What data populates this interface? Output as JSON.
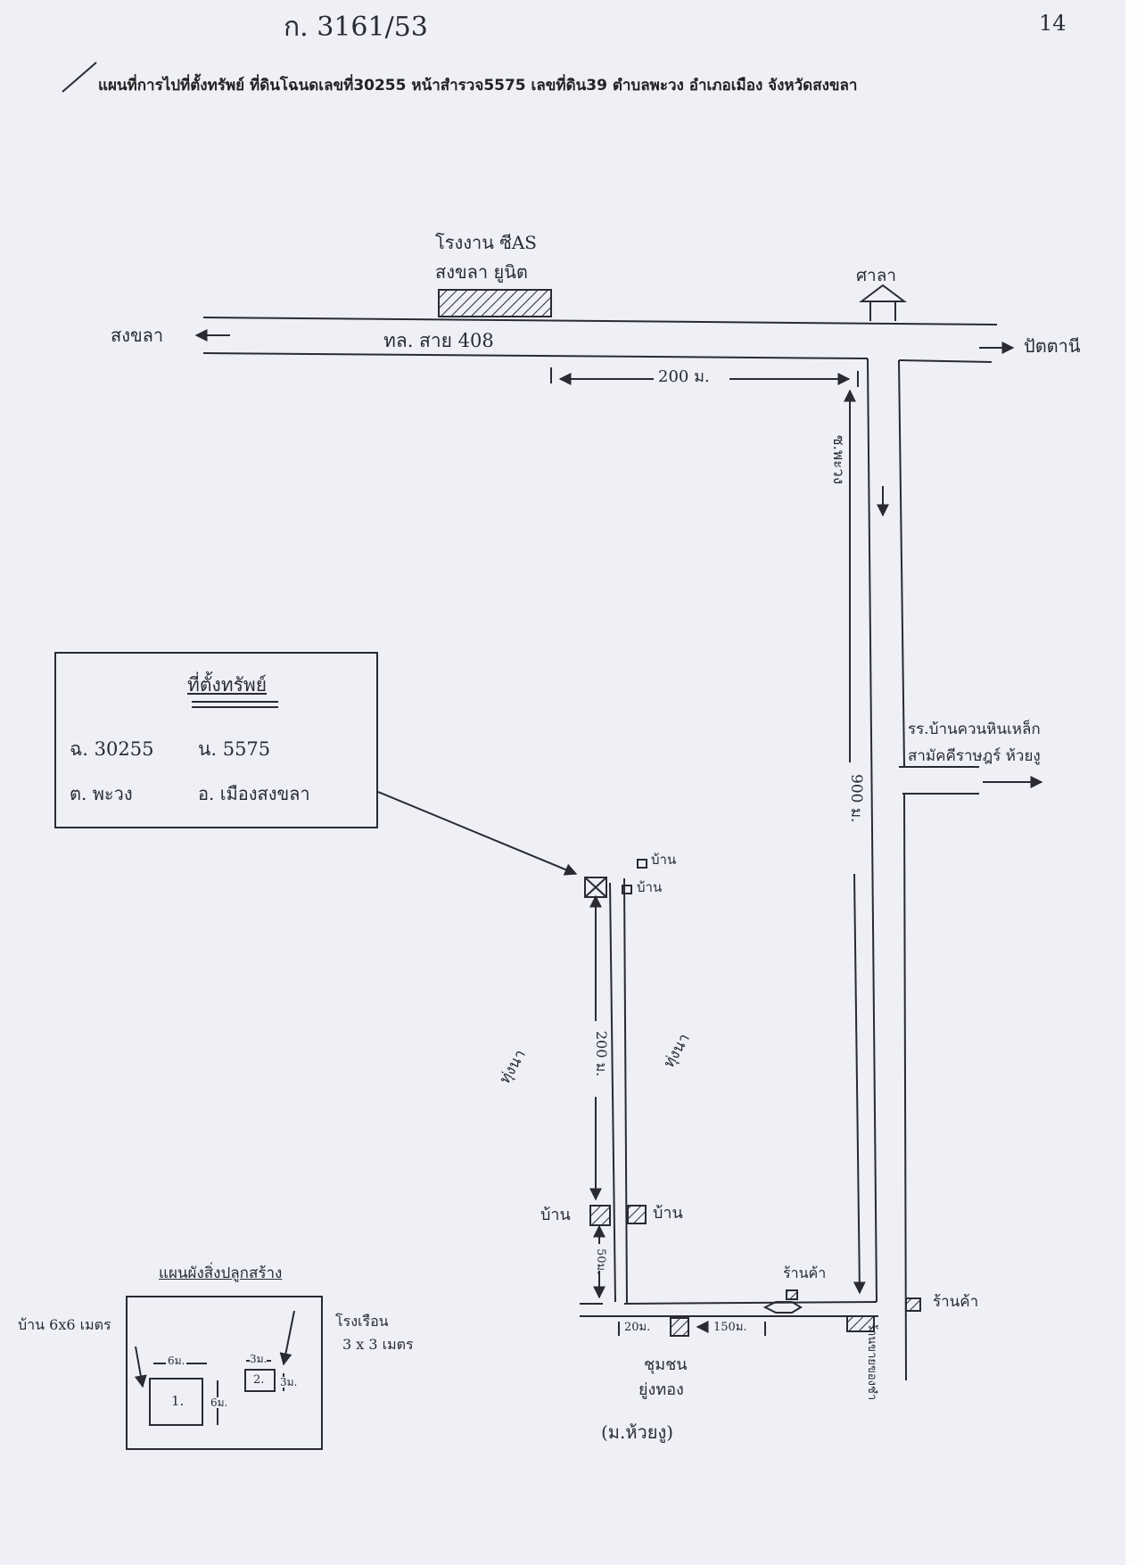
{
  "document": {
    "file_number": "ก. 3161/53",
    "page_number": "14",
    "title": "แผนที่การไปที่ตั้งทรัพย์ ที่ดินโฉนดเลขที่30255 หน้าสำรวจ5575 เลขที่ดิน39 ตำบลพะวง อำเภอเมือง จังหวัดสงขลา"
  },
  "map": {
    "main_road": "ทล. สาย 408",
    "to_left": "สงขลา",
    "to_right": "ปัตตานี",
    "factory_line1": "โรงงาน ซีAS",
    "factory_line2": "สงขลา ยูนิต",
    "pavilion": "ศาลา",
    "dist_200_top": "200 ม.",
    "dist_900": "900 ม.",
    "lane_label": "ซ.พะวง",
    "dist_200_lane": "200 ม.",
    "dist_50": "50ม.",
    "dist_20": "20ม.",
    "dist_150": "150ม.",
    "school_line1": "รร.บ้านควนหินเหล็ก",
    "school_line2": "สามัคคีราษฎร์ ห้วยงู",
    "field_left": "ทุ่งนา",
    "field_right": "ทุ่งนา",
    "house": "บ้าน",
    "shop_left": "ร้านค้า",
    "shop_right": "ร้านค้า",
    "village_line1": "ชุมชน",
    "village_line2": "ยู่งทอง",
    "village_line3": "(ม.ห้วยงู)",
    "vertical_shop": "ร้านขายของชำ"
  },
  "location_box": {
    "title": "ที่ตั้งทรัพย์",
    "deed": "ฉ. 30255",
    "survey": "น. 5575",
    "subdistrict": "ต. พะวง",
    "district": "อ. เมืองสงขลา"
  },
  "land_plan": {
    "title": "แผนผังสิ่งปลูกสร้าง",
    "house_note": "บ้าน 6x6 เมตร",
    "storage_note_line1": "โรงเรือน",
    "storage_note_line2": "3 x 3 เมตร",
    "house_width": "6ม.",
    "house_depth": "6ม.",
    "storage_width": "3ม.",
    "storage_depth": "3ม.",
    "house_id": "1.",
    "storage_id": "2."
  },
  "colors": {
    "ink": "#2a2a35",
    "paper": "#eef0f6"
  }
}
